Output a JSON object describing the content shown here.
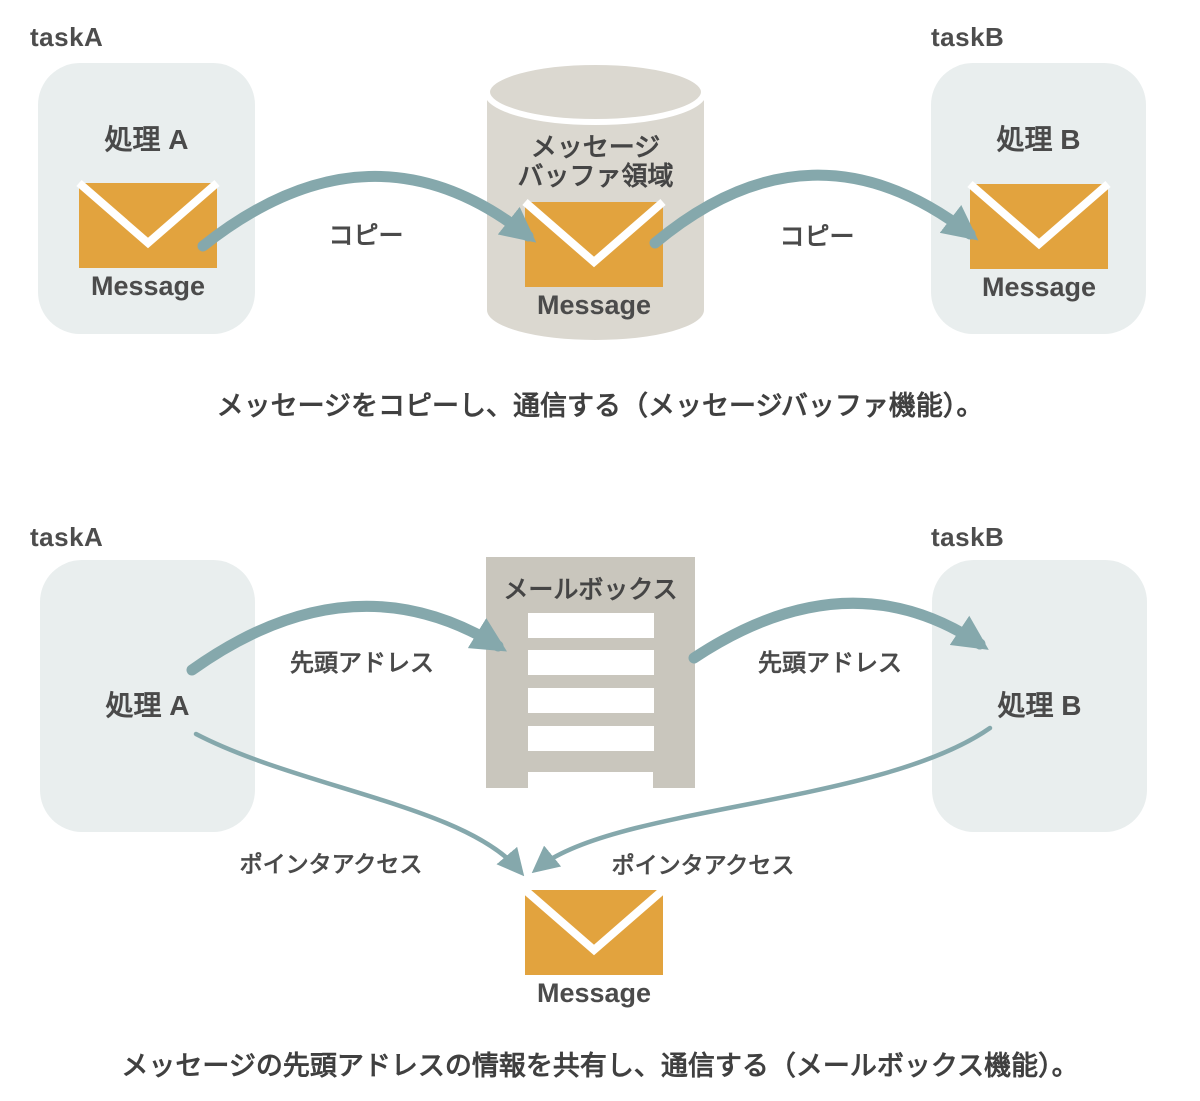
{
  "colors": {
    "orange": "#e2a33e",
    "teal": "#85a8ac",
    "task_box_bg": "#e9eeee",
    "cylinder_fill": "#dbd8d0",
    "mailbox_fill": "#c9c6bd",
    "text_dark": "#4a4a4a",
    "caption_text": "#404040",
    "white": "#ffffff"
  },
  "diagram1": {
    "task_a_label": "taskA",
    "task_b_label": "taskB",
    "process_a": "処理 A",
    "process_b": "処理 B",
    "buffer_line1": "メッセージ",
    "buffer_line2": "バッファ領域",
    "message_a": "Message",
    "message_buffer": "Message",
    "message_b": "Message",
    "copy_left": "コピー",
    "copy_right": "コピー",
    "caption": "メッセージをコピーし、通信する（メッセージバッファ機能）。"
  },
  "diagram2": {
    "task_a_label": "taskA",
    "task_b_label": "taskB",
    "process_a": "処理 A",
    "process_b": "処理 B",
    "mailbox_title": "メールボックス",
    "mailbox_slot_count": 4,
    "head_address_left": "先頭アドレス",
    "head_address_right": "先頭アドレス",
    "pointer_access_left": "ポインタアクセス",
    "pointer_access_right": "ポインタアクセス",
    "message": "Message",
    "caption": "メッセージの先頭アドレスの情報を共有し、通信する（メールボックス機能）。"
  }
}
